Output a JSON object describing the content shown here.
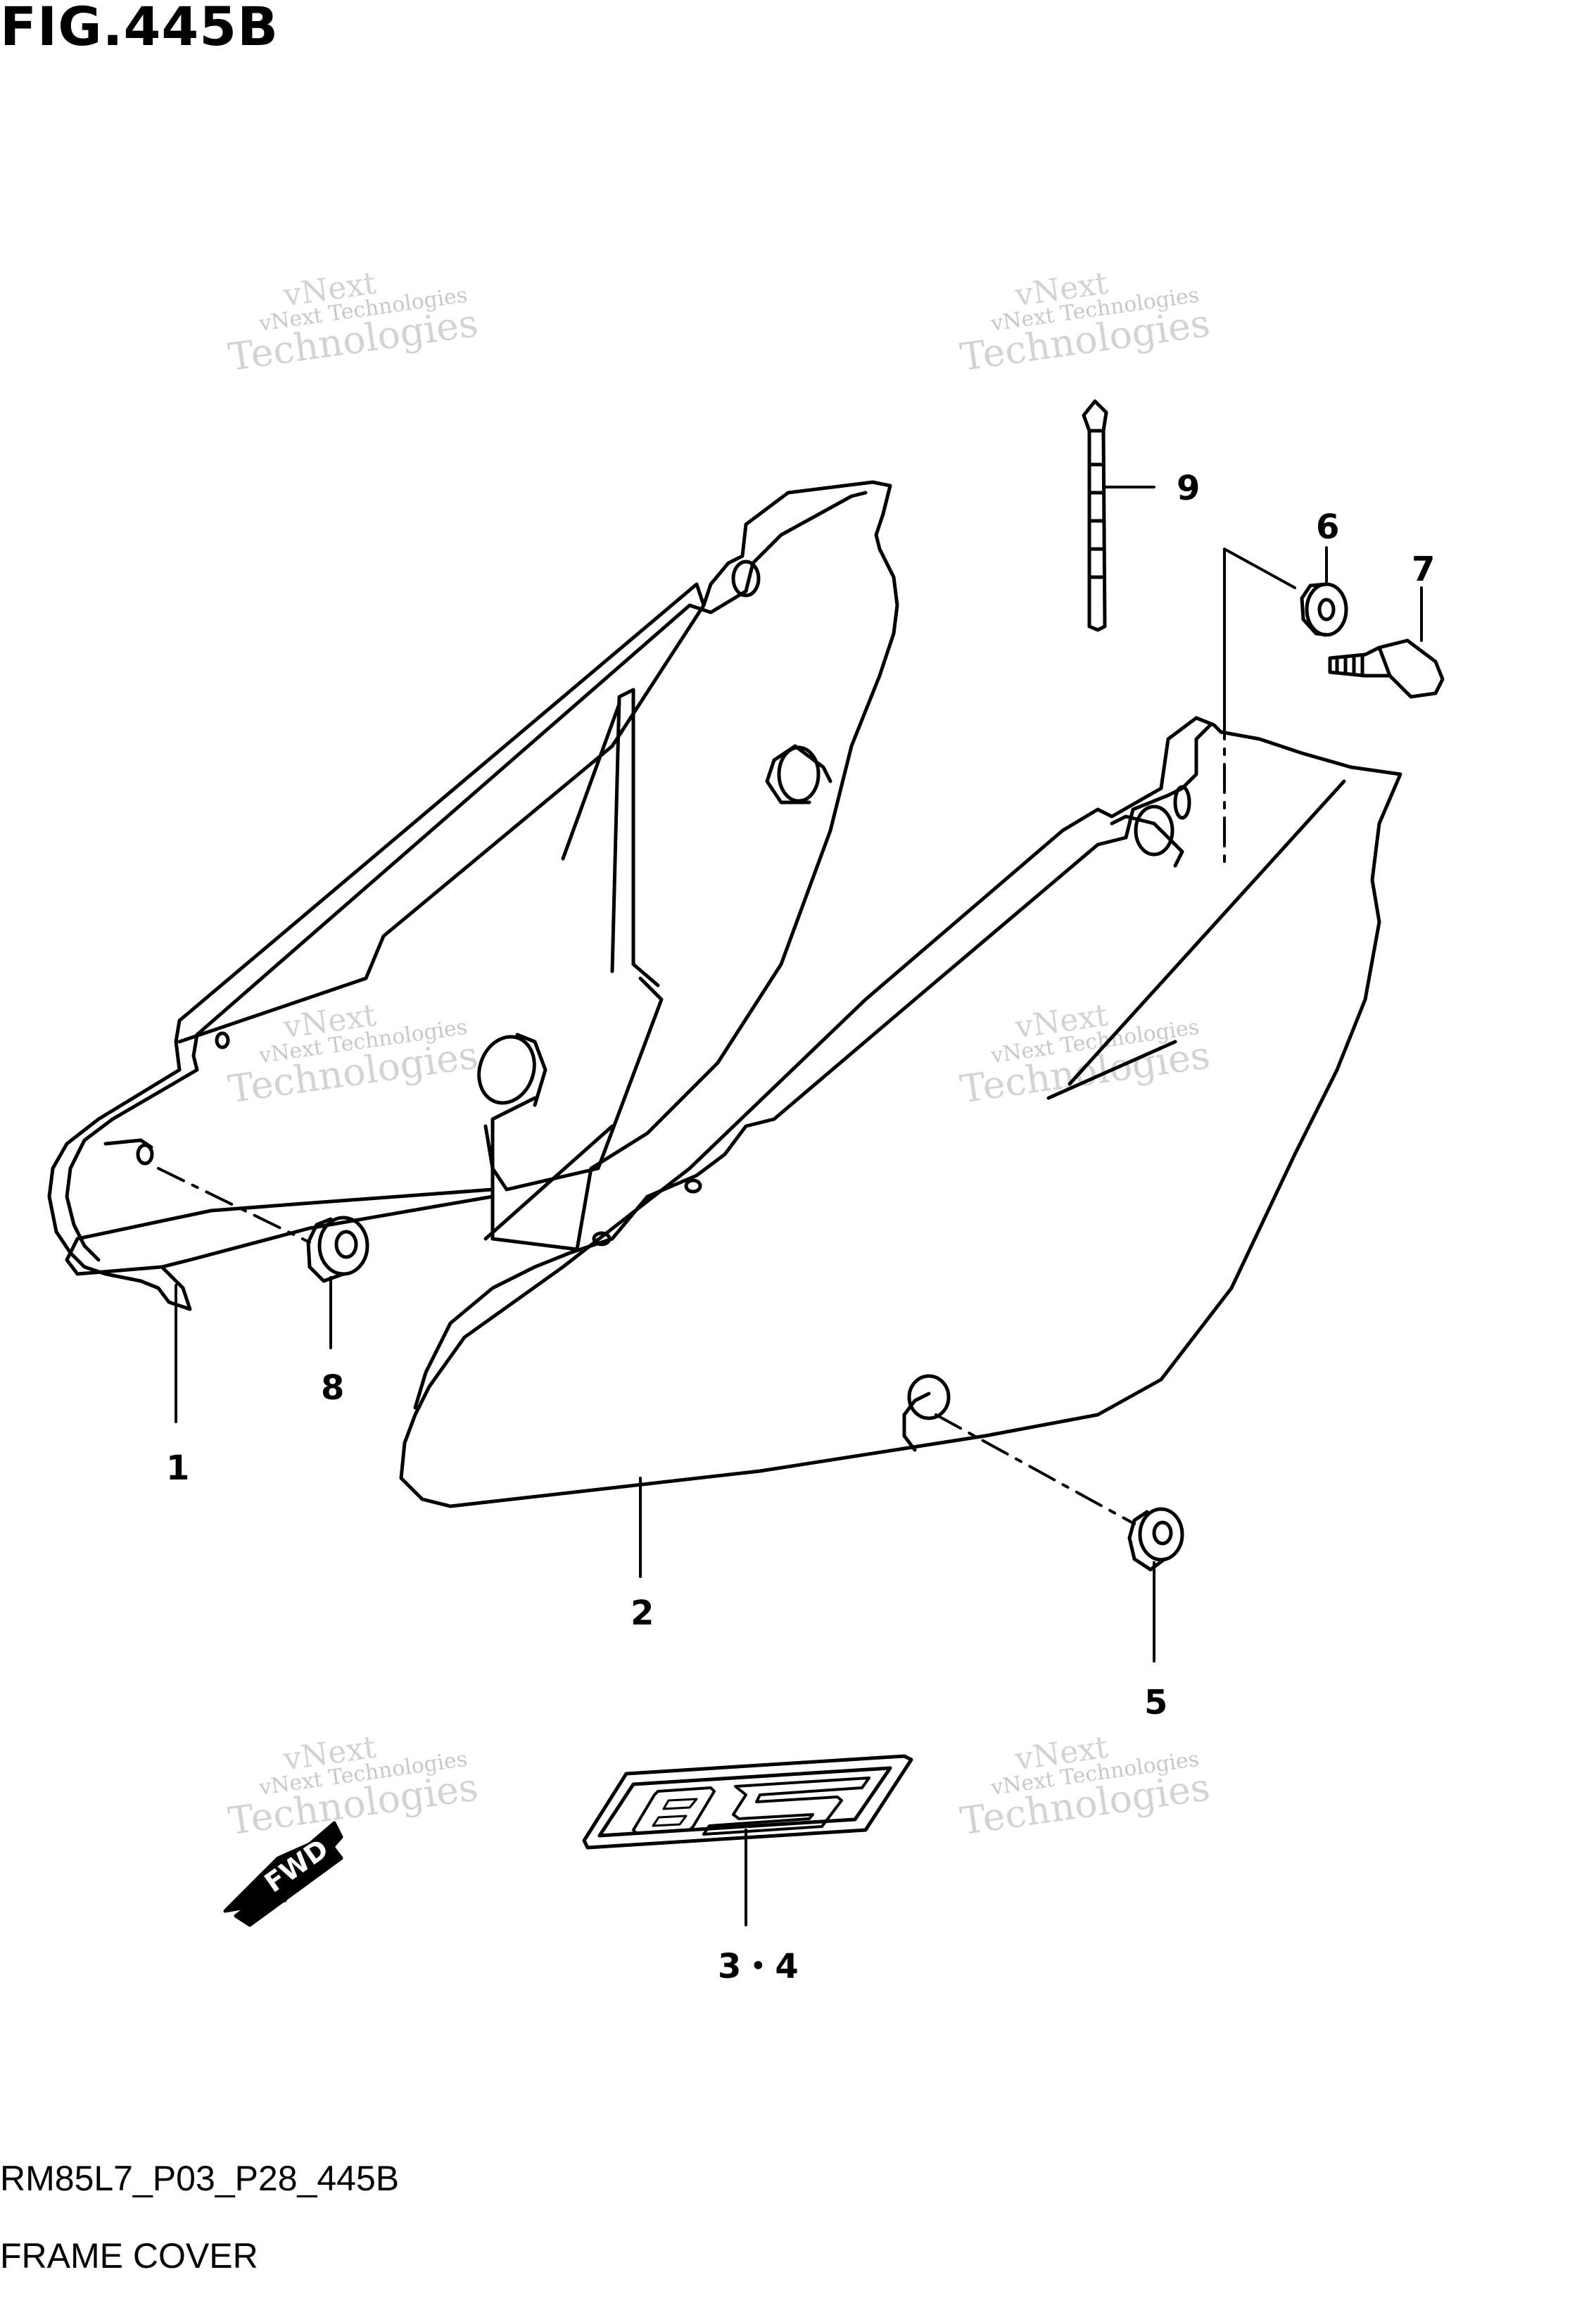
{
  "figure": {
    "title": "FIG.445B",
    "code": "RM85L7_P03_P28_445B",
    "name": "FRAME COVER"
  },
  "watermark": {
    "line1": "vNext Technologies",
    "line2": "vNext",
    "line3": "Technologies"
  },
  "callouts": {
    "c1": "1",
    "c2": "2",
    "c34": "3・4",
    "c5": "5",
    "c6": "6",
    "c7": "7",
    "c8": "8",
    "c9": "9"
  },
  "decal": {
    "fwd_text": "FWD",
    "number_text": "85"
  },
  "colors": {
    "line": "#000000",
    "watermark": "#c8c8c8",
    "background": "#ffffff"
  }
}
